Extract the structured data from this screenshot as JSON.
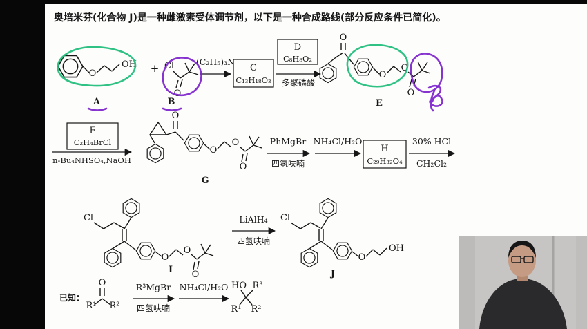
{
  "title": "奥培米芬(化合物 J)是一种雌激素受体调节剂，以下是一种合成路线(部分反应条件已简化)。",
  "colors": {
    "marker_green": "#1ebd7a",
    "marker_purple": "#7c22cc"
  },
  "scheme": {
    "plus": "+",
    "labels": {
      "a": "A",
      "b": "B",
      "e": "E",
      "g": "G",
      "i": "I",
      "j": "J"
    },
    "atoms": {
      "o": "O",
      "oh": "OH",
      "ho": "HO",
      "cl": "Cl",
      "r1": "R¹",
      "r2": "R²",
      "r3": "R³"
    },
    "step1": {
      "above": "(C₂H₅)₃N"
    },
    "box_c": {
      "line1": "C",
      "line2": "C₁₃H₁₈O₃"
    },
    "step2": {
      "box_d_line1": "D",
      "box_d_line2": "C₈H₈O₂",
      "below": "多聚磷酸"
    },
    "step3": {
      "box_f_line1": "F",
      "box_f_line2": "C₂H₄BrCl",
      "below": "n-Bu₄NHSO₄,NaOH"
    },
    "step4": {
      "above": "PhMgBr",
      "below": "四氢呋喃"
    },
    "step5": {
      "above": "NH₄Cl/H₂O"
    },
    "box_h": {
      "line1": "H",
      "line2": "C₂₉H₃₂O₄"
    },
    "step6": {
      "above": "30% HCl",
      "below": "CH₂Cl₂"
    },
    "step7": {
      "above": "LiAlH₄",
      "below": "四氢呋喃"
    },
    "known": {
      "label": "已知：",
      "step_a_above": "R³MgBr",
      "step_a_below": "四氢呋喃",
      "step_b_above": "NH₄Cl/H₂O"
    }
  }
}
